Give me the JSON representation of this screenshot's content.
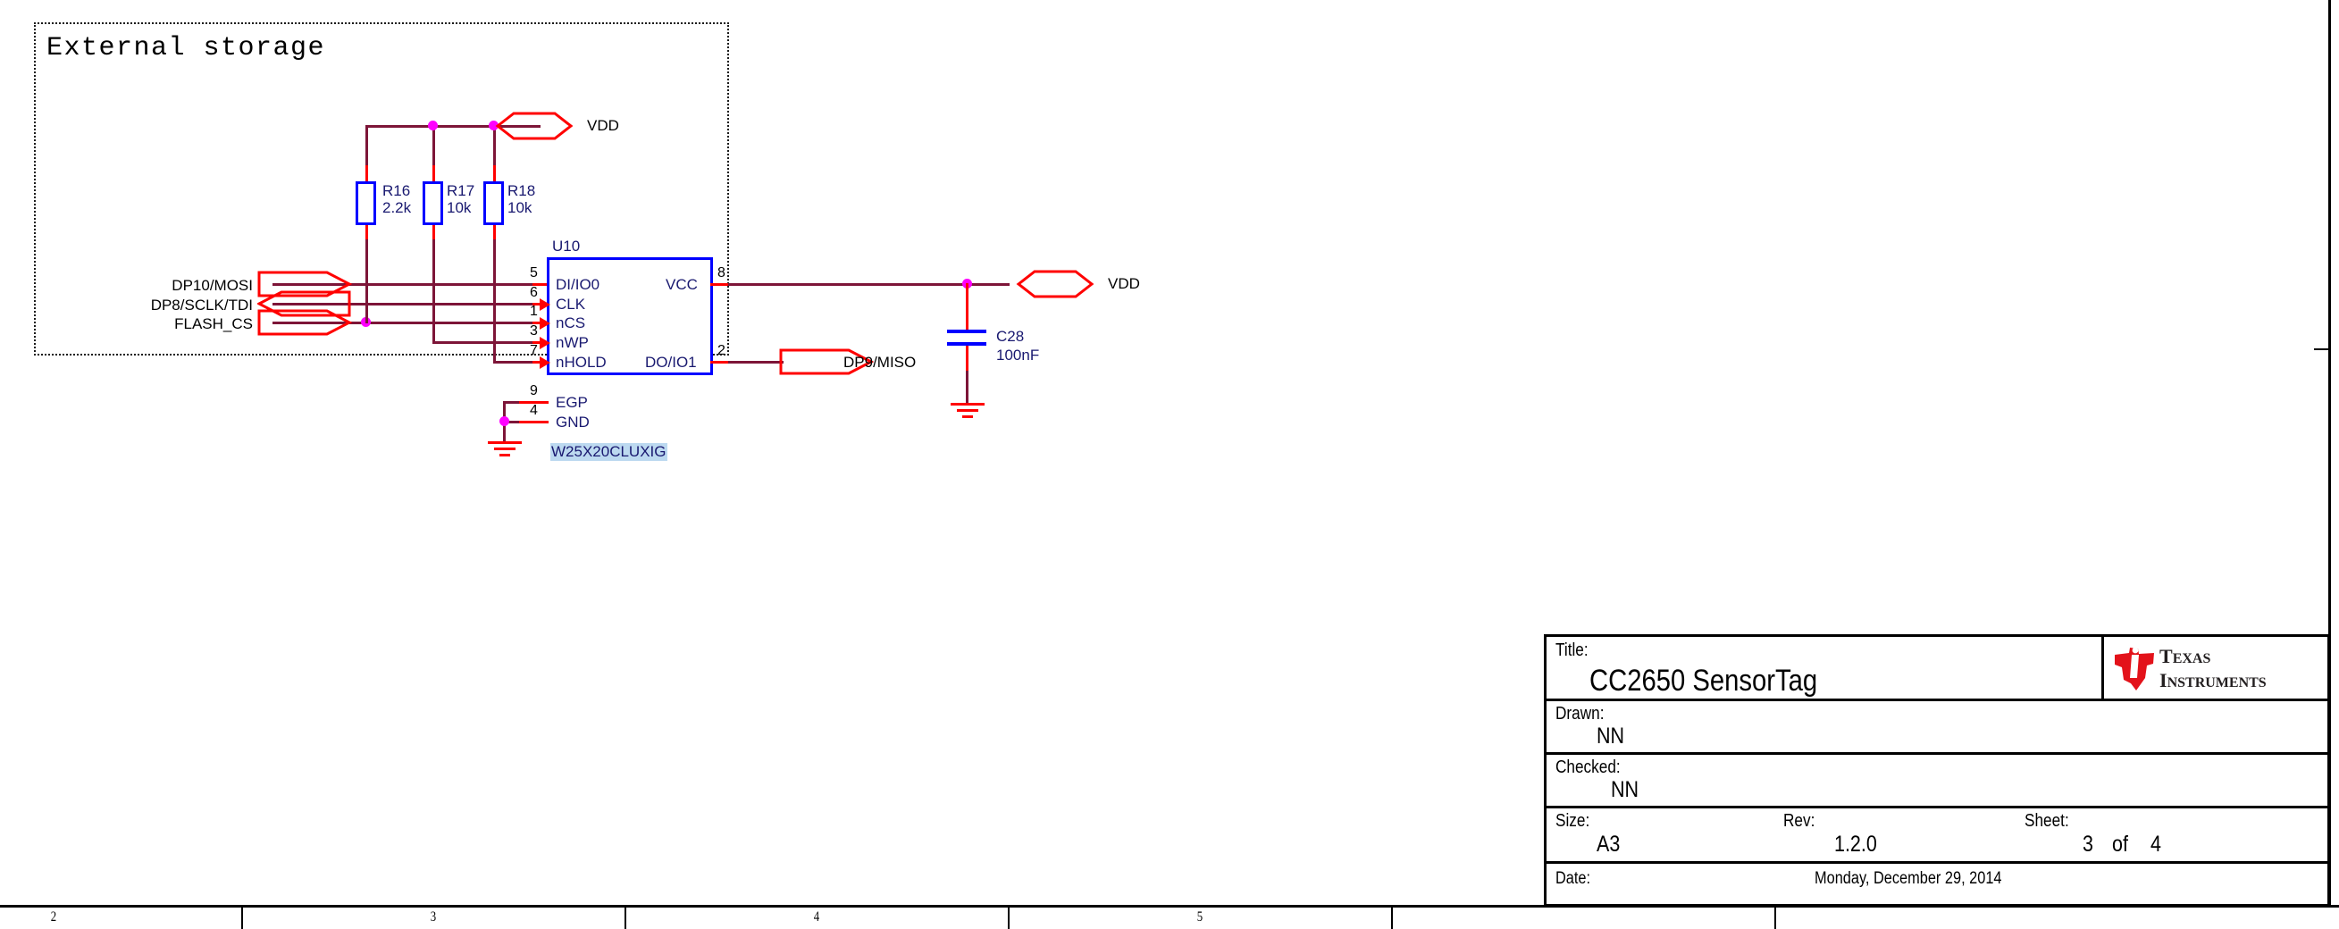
{
  "sheet": {
    "block_title": "External storage",
    "zone_numbers": [
      "2",
      "3",
      "4",
      "5"
    ]
  },
  "components": {
    "resistors": [
      {
        "name": "R16",
        "value": "2.2k"
      },
      {
        "name": "R17",
        "value": "10k"
      },
      {
        "name": "R18",
        "value": "10k"
      }
    ],
    "capacitor": {
      "name": "C28",
      "value": "100nF"
    },
    "ic": {
      "refdes": "U10",
      "part_number": "W25X20CLUXIG",
      "pins_left": [
        {
          "num": "5",
          "label": "DI/IO0",
          "arrow": false
        },
        {
          "num": "6",
          "label": "CLK",
          "arrow": true
        },
        {
          "num": "1",
          "label": "nCS",
          "arrow": true
        },
        {
          "num": "3",
          "label": "nWP",
          "arrow": true
        },
        {
          "num": "7",
          "label": "nHOLD",
          "arrow": true
        },
        {
          "num": "9",
          "label": "EGP",
          "arrow": false
        },
        {
          "num": "4",
          "label": "GND",
          "arrow": false
        }
      ],
      "pins_right": [
        {
          "num": "8",
          "label": "VCC"
        },
        {
          "num": "2",
          "label": "DO/IO1"
        }
      ]
    }
  },
  "nets": {
    "input_ports": [
      {
        "label": "DP10/MOSI",
        "shape": "output-arrow"
      },
      {
        "label": "DP8/SCLK/TDI",
        "shape": "bidirectional"
      },
      {
        "label": "FLASH_CS",
        "shape": "output-arrow"
      }
    ],
    "output_ports": [
      {
        "label": "DP9/MISO",
        "shape": "output-arrow"
      }
    ],
    "power_ports": [
      {
        "label": "VDD",
        "shape": "hexagon"
      },
      {
        "label": "VDD",
        "shape": "hexagon"
      }
    ]
  },
  "title_block": {
    "title_label": "Title:",
    "title_value": "CC2650 SensorTag",
    "drawn_label": "Drawn:",
    "drawn_value": "NN",
    "checked_label": "Checked:",
    "checked_value": "NN",
    "size_label": "Size:",
    "size_value": "A3",
    "rev_label": "Rev:",
    "rev_value": "1.2.0",
    "sheet_label": "Sheet:",
    "sheet_number": "3",
    "sheet_of": "of",
    "sheet_total": "4",
    "date_label": "Date:",
    "date_value": "Monday, December 29, 2014",
    "logo_line1": "EXAS",
    "logo_line2": "NSTRUMENTS",
    "logo_cap1": "T",
    "logo_cap2": "I"
  },
  "colors": {
    "wire": "#7d1538",
    "pin_lead": "#ff0000",
    "symbol_outline": "#0000ff",
    "junction": "#ff00ff",
    "label_text": "#191970",
    "ti_red": "#e3121a"
  }
}
